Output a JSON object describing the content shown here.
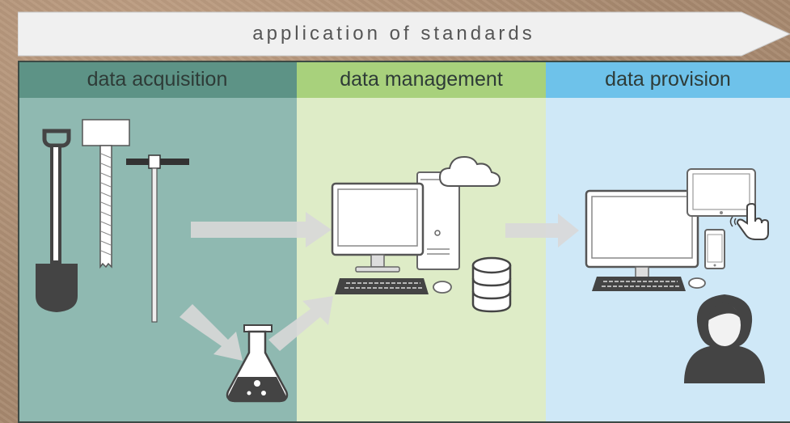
{
  "banner": {
    "title": "application of standards"
  },
  "panels": [
    {
      "id": "acquisition",
      "label": "data acquisition",
      "color": "#5d9386",
      "background": "#8fb9b1"
    },
    {
      "id": "management",
      "label": "data management",
      "color": "#a8d17c",
      "background": "#deecc7"
    },
    {
      "id": "provision",
      "label": "data provision",
      "color": "#6ec2ea",
      "background": "#cfe8f7"
    }
  ],
  "icons": {
    "acquisition": [
      "spade-icon",
      "soil-auger-icon",
      "probe-rod-icon",
      "lab-flask-icon"
    ],
    "management": [
      "desktop-computer-icon",
      "server-tower-icon",
      "cloud-icon",
      "database-icon",
      "keyboard-icon",
      "mouse-icon"
    ],
    "provision": [
      "desktop-computer-icon",
      "tablet-icon",
      "touch-hand-icon",
      "smartphone-icon",
      "user-avatar-icon"
    ]
  }
}
